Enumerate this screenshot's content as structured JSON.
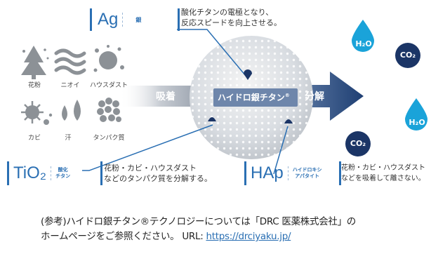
{
  "ag": {
    "symbol": "Ag",
    "sub": "銀",
    "desc1": "酸化チタンの電極となり、",
    "desc2": "反応スピードを向上させる。"
  },
  "left_items": [
    {
      "label": "花粉",
      "icon": "pollen-tree-icon"
    },
    {
      "label": "ニオイ",
      "icon": "odor-waves-icon"
    },
    {
      "label": "ハウスダスト",
      "icon": "house-dust-icon"
    },
    {
      "label": "カビ",
      "icon": "mold-icon"
    },
    {
      "label": "汗",
      "icon": "sweat-drops-icon"
    },
    {
      "label": "タンパク質",
      "icon": "protein-icon"
    }
  ],
  "flow": {
    "adsorb": "吸着",
    "center": "ハイドロ銀チタン",
    "reg": "®",
    "decompose": "分解"
  },
  "outputs": {
    "h2o_a": "H₂O",
    "co2_a": "CO₂",
    "h2o_b": "H₂O",
    "co2_b": "CO₂"
  },
  "tio2": {
    "symbol": "TiO₂",
    "sub1": "酸化",
    "sub2": "チタン",
    "desc1": "花粉・カビ・ハウスダスト",
    "desc2": "などのタンパク質を分解する。"
  },
  "hap": {
    "symbol": "HAp",
    "sub1": "ハイドロキシ",
    "sub2": "アパタイト",
    "desc1": "花粉・カビ・ハウスダスト",
    "desc2": "などを吸着して離さない。"
  },
  "footer": {
    "line1": "(参考)ハイドロ銀チタン®テクノロジーについては「DRC 医薬株式会社」の",
    "line2_prefix": "ホームページをご参照ください。 URL:",
    "url": "https://drciyaku.jp/"
  },
  "colors": {
    "blue": "#2a6fb3",
    "drop": "#1aa3d9",
    "dark_navy": "#1b3566",
    "arrow_dark": "#1f3f73"
  }
}
